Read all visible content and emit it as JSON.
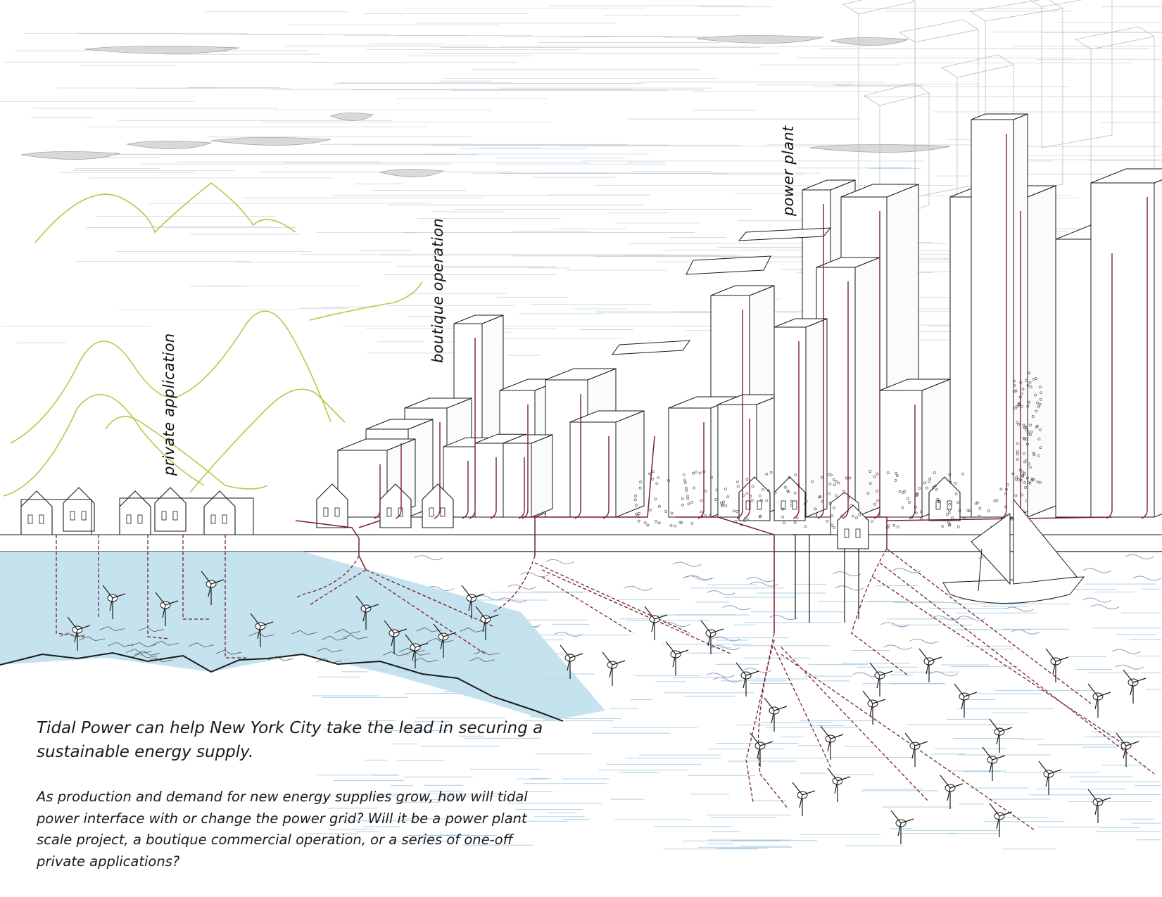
{
  "labels": {
    "private": "private application",
    "boutique": "boutique operation",
    "power_plant": "power plant"
  },
  "text": {
    "headline": "Tidal Power can help New York City take the lead in securing a sustainable energy supply.",
    "body": "As production and demand for new energy supplies grow, how will tidal power interface with or change the power grid? Will it be a power plant scale project, a boutique commercial operation, or a series of one-off private applications?"
  },
  "colors": {
    "cable": "#7a1f2e",
    "water_fill": "#bfe0ec",
    "water_line": "#86b9d6",
    "wave_line": "#8f9ab8",
    "hills": "#b5c94a",
    "sky_lines": "#b9c3cf",
    "outline": "#1a1a1a"
  }
}
